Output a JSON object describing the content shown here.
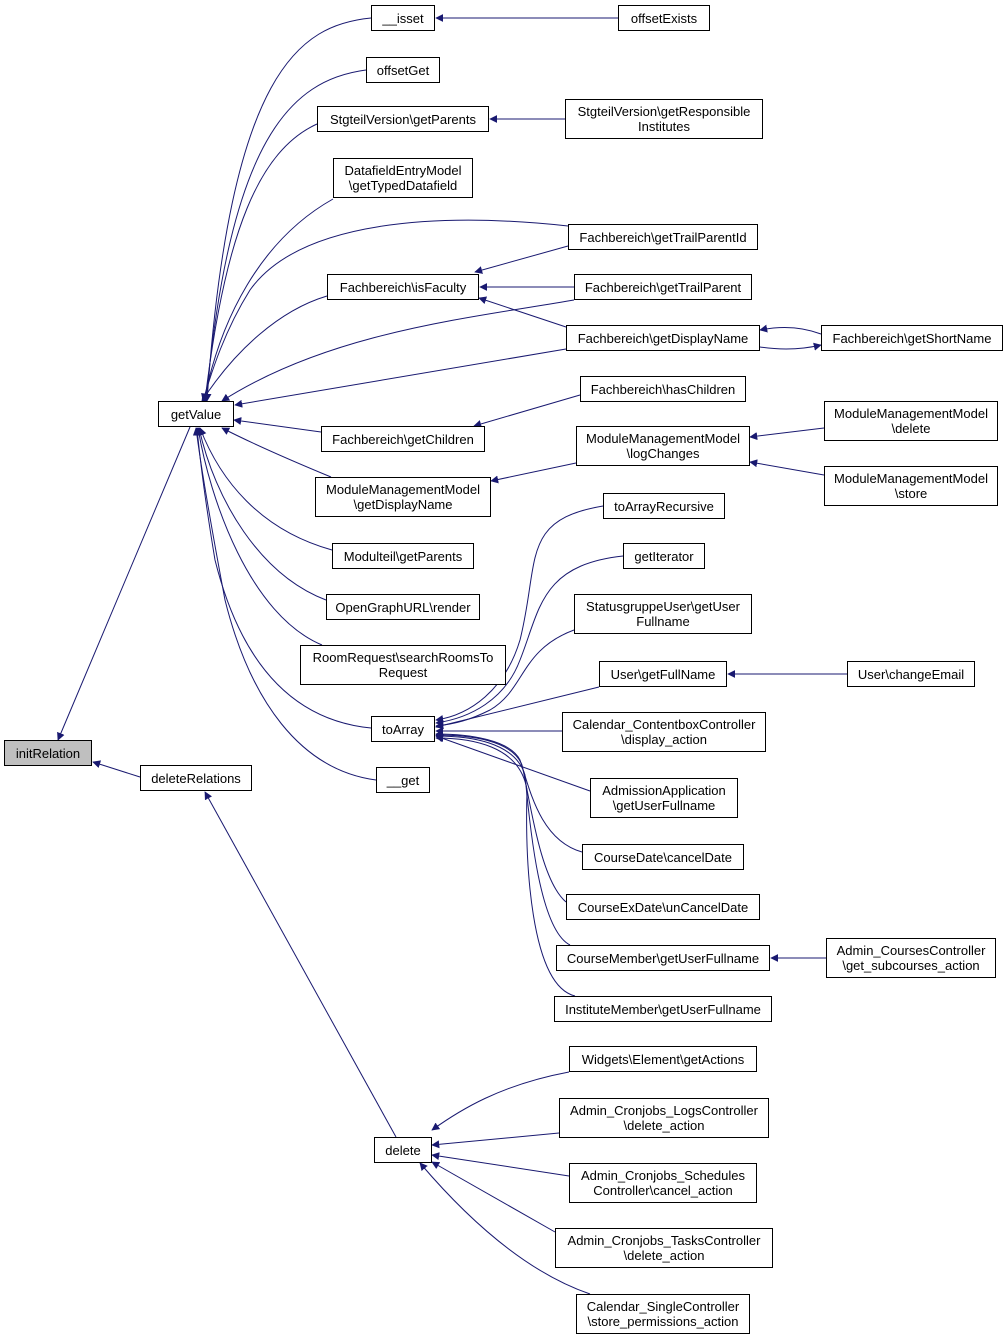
{
  "colors": {
    "edge": "#191970",
    "root_fill": "#bfbfbf",
    "node_fill": "#ffffff",
    "border": "#000000"
  },
  "nodes": {
    "initRelation": [
      "initRelation"
    ],
    "getValue": [
      "getValue"
    ],
    "deleteRelations": [
      "deleteRelations"
    ],
    "isset": [
      "__isset"
    ],
    "offsetExists": [
      "offsetExists"
    ],
    "offsetGet": [
      "offsetGet"
    ],
    "stgGetParents": [
      "StgteilVersion\\getParents"
    ],
    "stgGetResp": [
      "StgteilVersion\\getResponsible",
      "Institutes"
    ],
    "datafield": [
      "DatafieldEntryModel",
      "\\getTypedDatafield"
    ],
    "fbTrailParentId": [
      "Fachbereich\\getTrailParentId"
    ],
    "fbIsFaculty": [
      "Fachbereich\\isFaculty"
    ],
    "fbTrailParent": [
      "Fachbereich\\getTrailParent"
    ],
    "fbDisplayName": [
      "Fachbereich\\getDisplayName"
    ],
    "fbShortName": [
      "Fachbereich\\getShortName"
    ],
    "fbHasChildren": [
      "Fachbereich\\hasChildren"
    ],
    "fbGetChildren": [
      "Fachbereich\\getChildren"
    ],
    "mmDelete": [
      "ModuleManagementModel",
      "\\delete"
    ],
    "mmLogChanges": [
      "ModuleManagementModel",
      "\\logChanges"
    ],
    "mmDisplayName": [
      "ModuleManagementModel",
      "\\getDisplayName"
    ],
    "mmStore": [
      "ModuleManagementModel",
      "\\store"
    ],
    "toArrayRecursive": [
      "toArrayRecursive"
    ],
    "modulteil": [
      "Modulteil\\getParents"
    ],
    "getIterator": [
      "getIterator"
    ],
    "ogRender": [
      "OpenGraphURL\\render"
    ],
    "statusgruppe": [
      "StatusgruppeUser\\getUser",
      "Fullname"
    ],
    "roomRequest": [
      "RoomRequest\\searchRoomsTo",
      "Request"
    ],
    "userFullName": [
      "User\\getFullName"
    ],
    "userChangeEmail": [
      "User\\changeEmail"
    ],
    "toArray": [
      "toArray"
    ],
    "calContentbox": [
      "Calendar_ContentboxController",
      "\\display_action"
    ],
    "get": [
      "__get"
    ],
    "admission": [
      "AdmissionApplication",
      "\\getUserFullname"
    ],
    "courseCancel": [
      "CourseDate\\cancelDate"
    ],
    "courseExUncancel": [
      "CourseExDate\\unCancelDate"
    ],
    "courseMember": [
      "CourseMember\\getUserFullname"
    ],
    "adminCourses": [
      "Admin_CoursesController",
      "\\get_subcourses_action"
    ],
    "instituteMember": [
      "InstituteMember\\getUserFullname"
    ],
    "widgets": [
      "Widgets\\Element\\getActions"
    ],
    "cronLogs": [
      "Admin_Cronjobs_LogsController",
      "\\delete_action"
    ],
    "delete": [
      "delete"
    ],
    "cronSchedules": [
      "Admin_Cronjobs_Schedules",
      "Controller\\cancel_action"
    ],
    "cronTasks": [
      "Admin_Cronjobs_TasksController",
      "\\delete_action"
    ],
    "calSingle": [
      "Calendar_SingleController",
      "\\store_permissions_action"
    ]
  }
}
